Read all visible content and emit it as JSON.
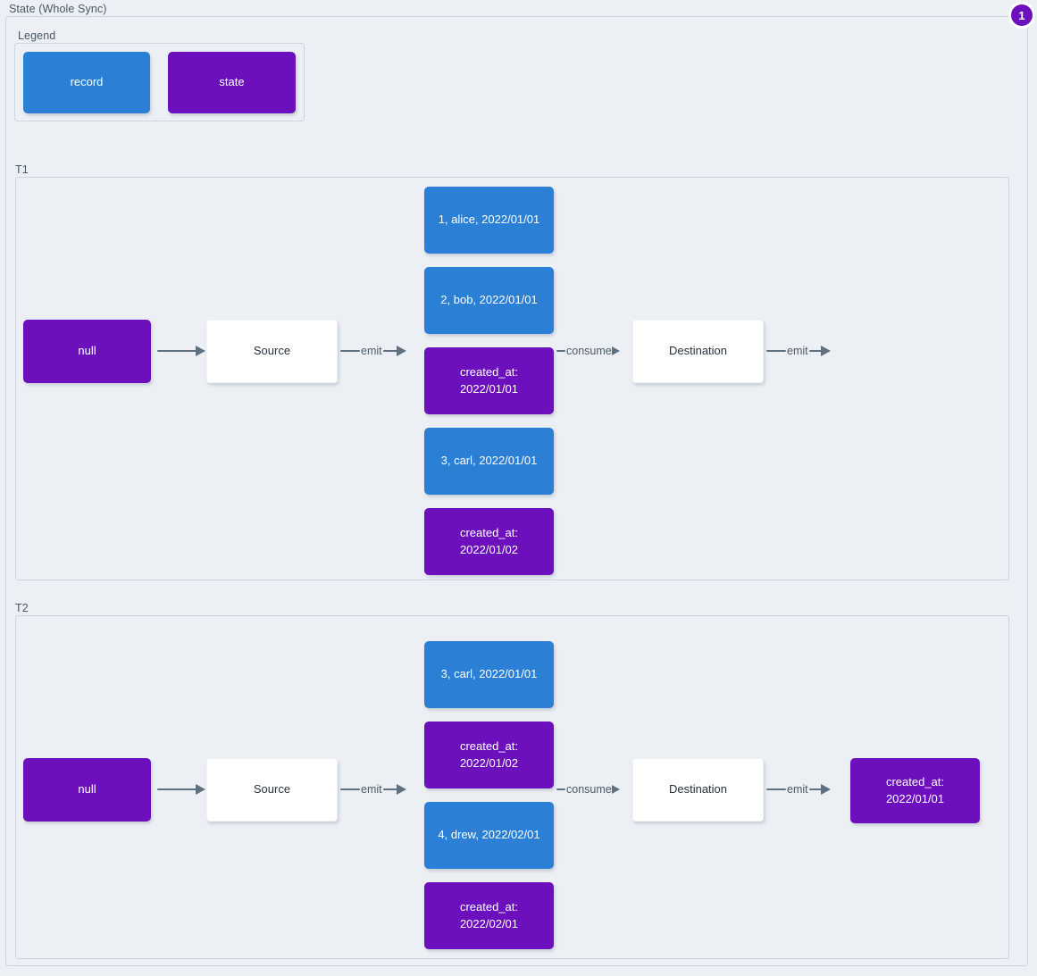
{
  "diagram": {
    "title": "State (Whole Sync)",
    "badge": "1",
    "colors": {
      "record": "#2b7fd4",
      "state": "#6b10bc",
      "background": "#eceff4",
      "border": "#ccd5e0",
      "edge": "#5f7181"
    }
  },
  "legend": {
    "label": "Legend",
    "items": [
      {
        "label": "record",
        "kind": "record"
      },
      {
        "label": "state",
        "kind": "state"
      }
    ]
  },
  "transactions": [
    {
      "label": "T1",
      "initial_state": "null",
      "source": "Source",
      "destination": "Destination",
      "edges": {
        "state_to_source": "",
        "emit": "emit",
        "consume": "consume",
        "final_emit": "emit"
      },
      "stream": [
        {
          "kind": "record",
          "line1": "1, alice, 2022/01/01",
          "line2": ""
        },
        {
          "kind": "record",
          "line1": "2, bob, 2022/01/01",
          "line2": ""
        },
        {
          "kind": "state",
          "line1": "created_at:",
          "line2": "2022/01/01"
        },
        {
          "kind": "record",
          "line1": "3, carl, 2022/01/01",
          "line2": ""
        },
        {
          "kind": "state",
          "line1": "created_at:",
          "line2": "2022/01/02"
        }
      ],
      "final_state": null
    },
    {
      "label": "T2",
      "initial_state": "null",
      "source": "Source",
      "destination": "Destination",
      "edges": {
        "state_to_source": "",
        "emit": "emit",
        "consume": "consume",
        "final_emit": "emit"
      },
      "stream": [
        {
          "kind": "record",
          "line1": "3, carl, 2022/01/01",
          "line2": ""
        },
        {
          "kind": "state",
          "line1": "created_at:",
          "line2": "2022/01/02"
        },
        {
          "kind": "record",
          "line1": "4, drew, 2022/02/01",
          "line2": ""
        },
        {
          "kind": "state",
          "line1": "created_at:",
          "line2": "2022/02/01"
        }
      ],
      "final_state": {
        "kind": "state",
        "line1": "created_at:",
        "line2": "2022/01/01"
      }
    }
  ]
}
